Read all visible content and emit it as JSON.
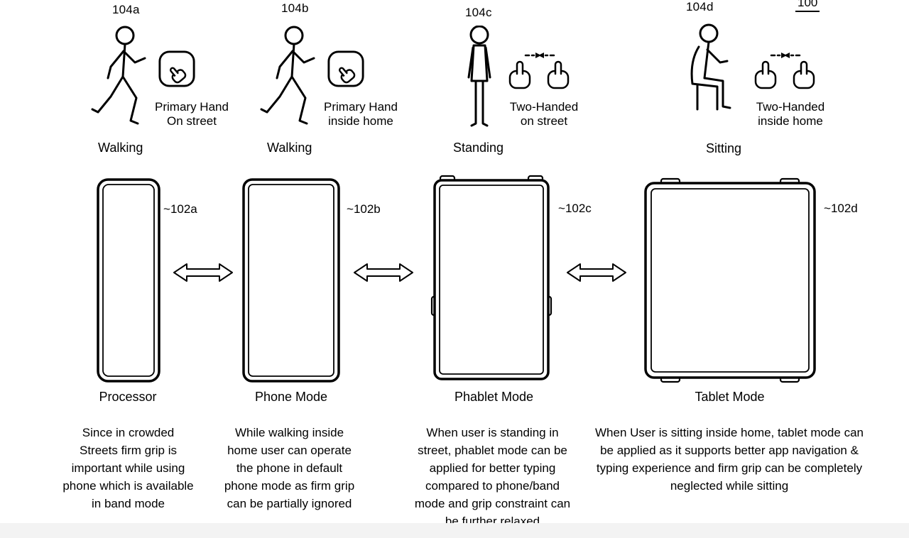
{
  "page": {
    "figure_ref": "100",
    "tilde": "~"
  },
  "columns": [
    {
      "top_ref": "104a",
      "hand_line1": "Primary Hand",
      "hand_line2": "On street",
      "posture": "Walking",
      "device_ref": "102a",
      "mode": "Processor",
      "description": "Since in crowded Streets firm grip is important while using phone which is available in band mode"
    },
    {
      "top_ref": "104b",
      "hand_line1": "Primary Hand",
      "hand_line2": "inside home",
      "posture": "Walking",
      "device_ref": "102b",
      "mode": "Phone Mode",
      "description": "While walking inside home user can operate the phone in default phone mode as firm grip can be partially ignored"
    },
    {
      "top_ref": "104c",
      "hand_line1": "Two-Handed",
      "hand_line2": "on street",
      "posture": "Standing",
      "device_ref": "102c",
      "mode": "Phablet Mode",
      "description": "When user is standing in street, phablet mode can be applied for better typing compared to phone/band mode and grip constraint can be further relaxed"
    },
    {
      "top_ref": "104d",
      "hand_line1": "Two-Handed",
      "hand_line2": "inside home",
      "posture": "Sitting",
      "device_ref": "102d",
      "mode": "Tablet Mode",
      "description": "When User is sitting inside home, tablet mode can be applied as it supports better app navigation & typing experience and firm grip can be completely neglected while sitting"
    }
  ],
  "icons": {
    "walking_person": "stick figure walking",
    "standing_person": "stick figure standing",
    "sitting_person": "stick figure sitting on chair",
    "primary_hand": "pointing hand inside rounded square",
    "two_hands": "two pointing hands with arrows",
    "transition_arrow": "double-headed open arrow"
  }
}
